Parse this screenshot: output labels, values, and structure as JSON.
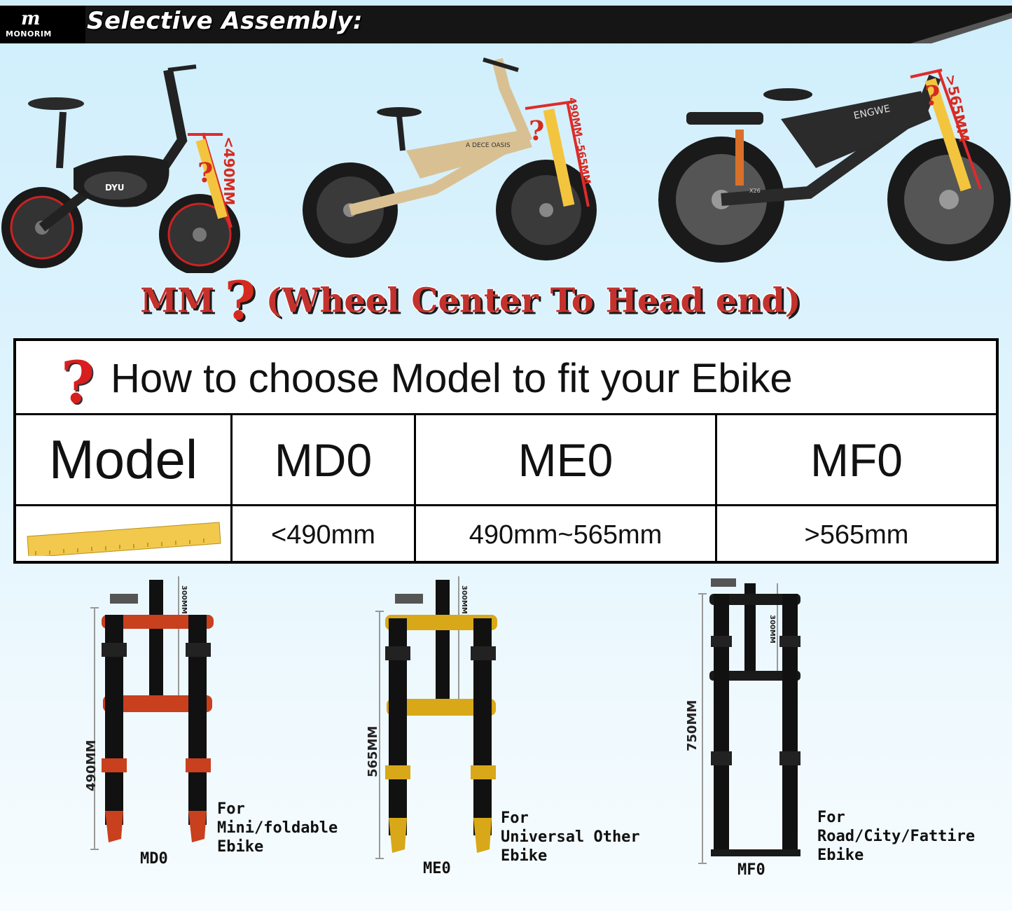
{
  "header": {
    "brand_name": "MONORIM",
    "brand_mark": "m",
    "title": "Selective Assembly:"
  },
  "bikes": [
    {
      "name": "mini-foldable-ebike",
      "brand": "DYU",
      "measure": "<490MM",
      "color": "#1b1b1b"
    },
    {
      "name": "universal-fat-ebike",
      "brand": "A DECE OASIS",
      "measure": "490MM~565MM",
      "color": "#d9c092"
    },
    {
      "name": "road-fattire-ebike",
      "brand": "ENGWE",
      "model_badge": "X26",
      "measure": ">565MM",
      "color": "#2a2a2a"
    }
  ],
  "heading": {
    "prefix": "MM",
    "qmark": "?",
    "text": "(Wheel Center To Head end)"
  },
  "table": {
    "qmark": "?",
    "title": "How to choose Model to fit your Ebike",
    "model_header": "Model",
    "models": [
      "MD0",
      "ME0",
      "MF0"
    ],
    "ranges": [
      "<490mm",
      "490mm~565mm",
      ">565mm"
    ],
    "ruler_color": "#f2c94c"
  },
  "forks": [
    {
      "name": "MD0",
      "length": "490MM",
      "top": "300MM",
      "caption": [
        "For",
        "Mini/foldable",
        "Ebike"
      ],
      "color": "#c8401e"
    },
    {
      "name": "ME0",
      "length": "565MM",
      "top": "300MM",
      "caption": [
        "For",
        "Universal Other",
        "Ebike"
      ],
      "color": "#d8a818"
    },
    {
      "name": "MF0",
      "length": "750MM",
      "top": "300MM",
      "caption": [
        "For",
        "Road/City/Fattire",
        "Ebike"
      ],
      "color": "#1a1a1a"
    }
  ],
  "colors": {
    "accent_red": "#c4322e",
    "banner_black": "#111111",
    "measure_red": "#e02a2a",
    "measure_yellow": "#f3c53f"
  }
}
